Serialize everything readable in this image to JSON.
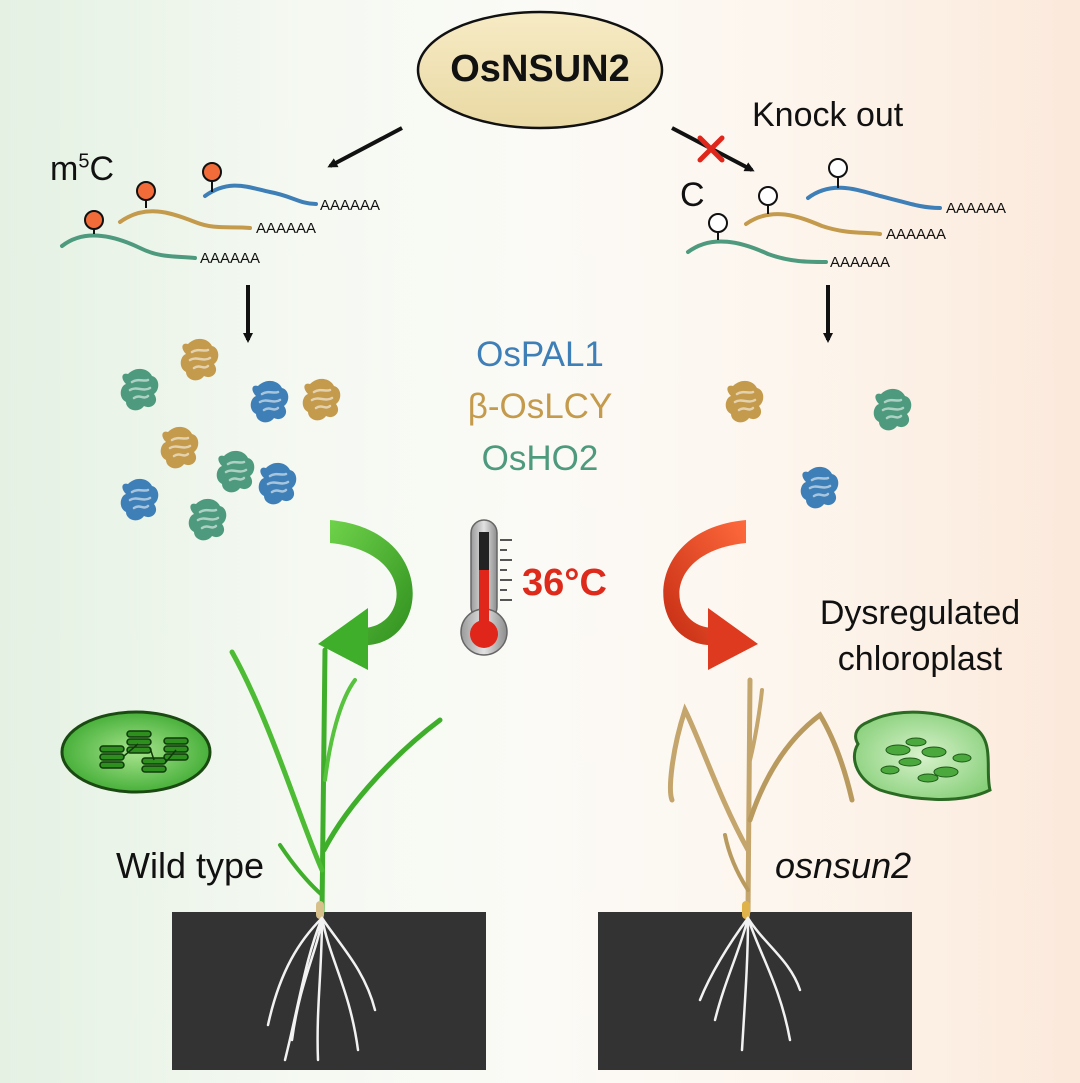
{
  "center_node": "OsNSUN2",
  "left": {
    "modification_label": "m",
    "modification_superscript": "5",
    "modification_suffix": "C",
    "polyA": [
      "AAAAAA",
      "AAAAAA",
      "AAAAAA"
    ],
    "phenotype_label": "Wild type"
  },
  "right": {
    "knockout_label": "Knock out",
    "modification_label": "C",
    "polyA": [
      "AAAAAA",
      "AAAAAA",
      "AAAAAA"
    ],
    "phenotype_label": "osnsun2",
    "chloroplast_label_line1": "Dysregulated",
    "chloroplast_label_line2": "chloroplast"
  },
  "genes": [
    {
      "name": "OsPAL1",
      "color": "#3f7fb7"
    },
    {
      "name": "β-OsLCY",
      "color": "#c49a4c"
    },
    {
      "name": "OsHO2",
      "color": "#4d9a7e"
    }
  ],
  "temperature": {
    "label": "36°C",
    "color": "#dd2a1b"
  },
  "colors": {
    "center_fill": "#f3e3b0",
    "pin_methylated": "#f26c3a",
    "arrow_healthy": "#3fae2a",
    "arrow_stress": "#dd3a1f",
    "soil": "#333333"
  }
}
